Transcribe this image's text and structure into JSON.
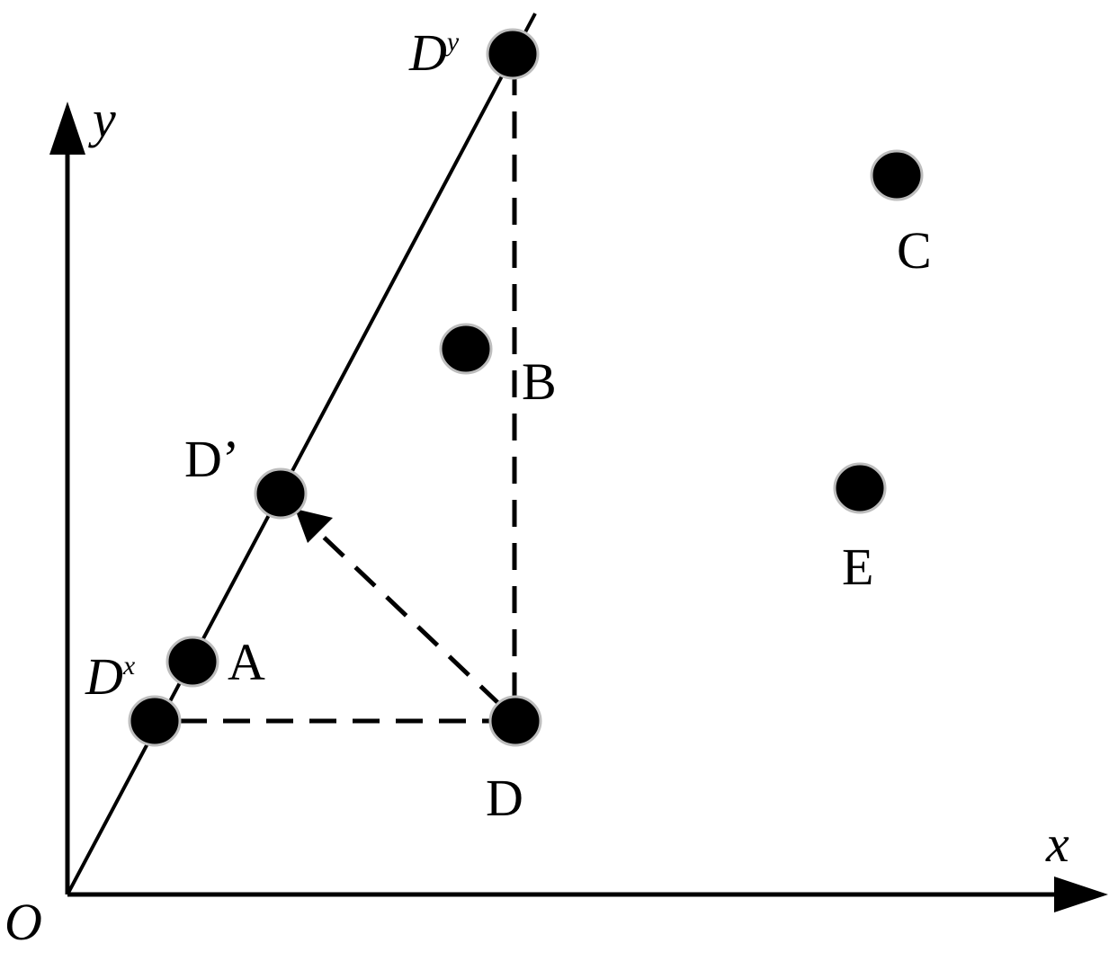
{
  "axes": {
    "x_label": "x",
    "y_label": "y",
    "origin_label": "O"
  },
  "points": {
    "Dy": {
      "label": "D",
      "sup": "y"
    },
    "Dx": {
      "label": "D",
      "sup": "x"
    },
    "A": {
      "label": "A"
    },
    "B": {
      "label": "B"
    },
    "C": {
      "label": "C"
    },
    "D": {
      "label": "D"
    },
    "D_prime": {
      "label": "D’"
    },
    "E": {
      "label": "E"
    }
  },
  "colors": {
    "point_fill": "#000000",
    "point_border": "#bdbdbd"
  }
}
